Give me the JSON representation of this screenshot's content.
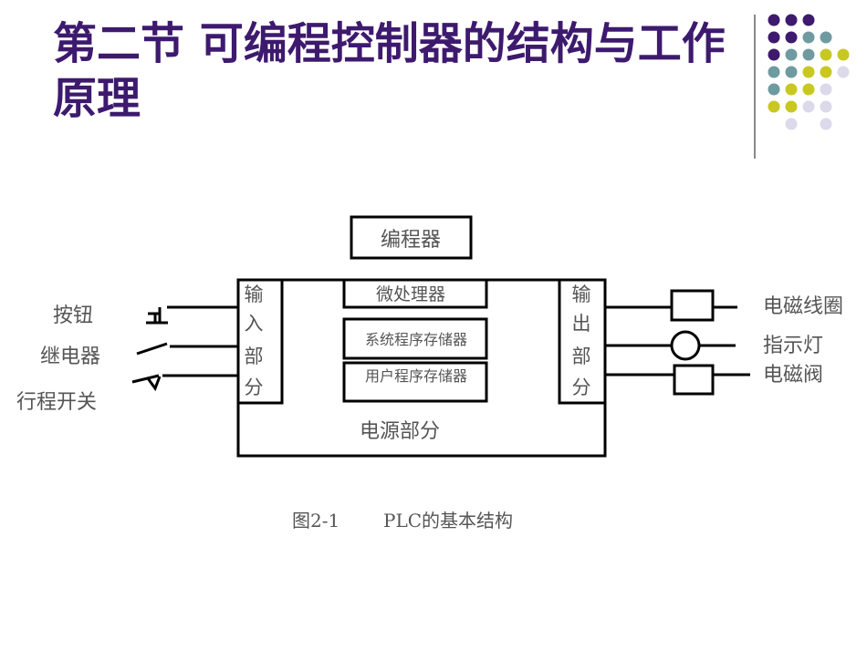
{
  "title": "第二节  可编程控制器的结构与工作原理",
  "decor_dots": [
    [
      "#3d1a6e",
      "#3d1a6e",
      "#3d1a6e",
      null,
      null
    ],
    [
      "#3d1a6e",
      "#3d1a6e",
      "#6f9aa0",
      "#6f9aa0",
      null
    ],
    [
      "#3d1a6e",
      "#6f9aa0",
      "#6f9aa0",
      "#c8c820",
      "#c8c820"
    ],
    [
      "#6f9aa0",
      "#6f9aa0",
      "#c8c820",
      "#c8c820",
      "#dcd9ea"
    ],
    [
      "#6f9aa0",
      "#c8c820",
      "#c8c820",
      "#dcd9ea",
      null
    ],
    [
      "#c8c820",
      "#c8c820",
      "#dcd9ea",
      "#dcd9ea",
      null
    ],
    [
      null,
      "#dcd9ea",
      null,
      "#dcd9ea",
      null
    ]
  ],
  "diagram": {
    "programmer": "编程器",
    "cpu": "微处理器",
    "sys_mem": "系统程序存储器",
    "user_mem": "用户程序存储器",
    "power": "电源部分",
    "input_block": [
      "输",
      "入",
      "部",
      "分"
    ],
    "output_block": [
      "输",
      "出",
      "部",
      "分"
    ],
    "inputs": [
      "按钮",
      "继电器",
      "行程开关"
    ],
    "outputs": [
      "电磁线圈",
      "指示灯",
      "电磁阀"
    ],
    "caption_fig": "图2-1",
    "caption_text": "PLC的基本结构"
  }
}
